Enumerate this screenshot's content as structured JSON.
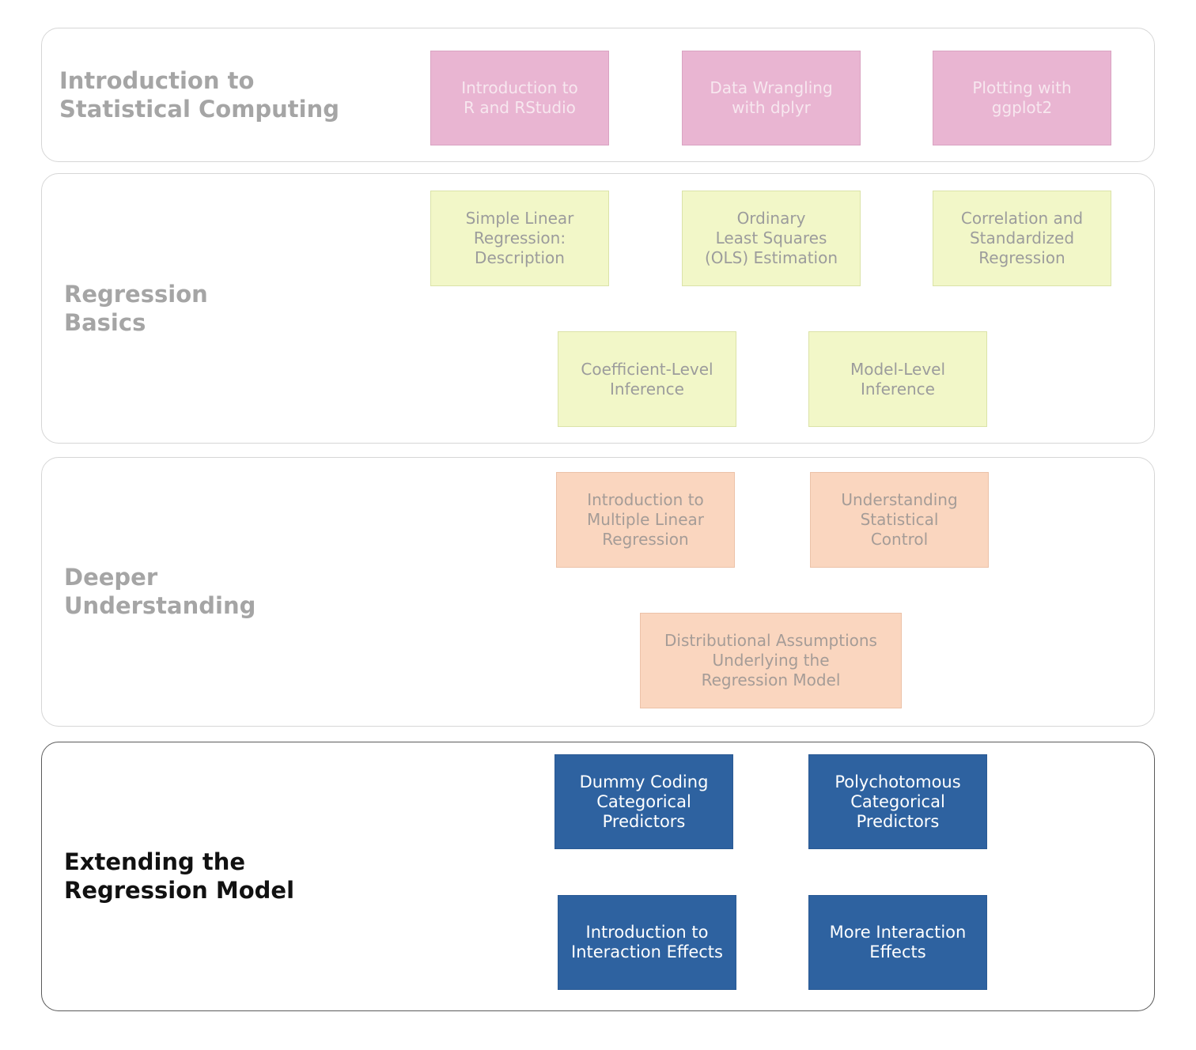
{
  "sections": [
    {
      "title": "Introduction to\nStatistical Computing",
      "cards": [
        "Introduction to\nR and RStudio",
        "Data Wrangling\nwith dplyr",
        "Plotting with\nggplot2"
      ]
    },
    {
      "title": "Regression\nBasics",
      "cards": [
        "Simple Linear\nRegression:\nDescription",
        "Ordinary\nLeast Squares\n(OLS) Estimation",
        "Correlation and\nStandardized\nRegression",
        "Coefficient-Level\nInference",
        "Model-Level\nInference"
      ]
    },
    {
      "title": "Deeper\nUnderstanding",
      "cards": [
        "Introduction to\nMultiple Linear\nRegression",
        "Understanding\nStatistical\nControl",
        "Distributional Assumptions\nUnderlying the\nRegression Model"
      ]
    },
    {
      "title": "Extending the\nRegression Model",
      "cards": [
        "Dummy Coding\nCategorical\nPredictors",
        "Polychotomous\nCategorical\nPredictors",
        "Introduction to\nInteraction Effects",
        "More Interaction\nEffects"
      ]
    }
  ],
  "colors": {
    "pink": "#e9b5d2",
    "yellow": "#f2f7c8",
    "orange": "#fad6bf",
    "blue": "#2e62a0"
  }
}
